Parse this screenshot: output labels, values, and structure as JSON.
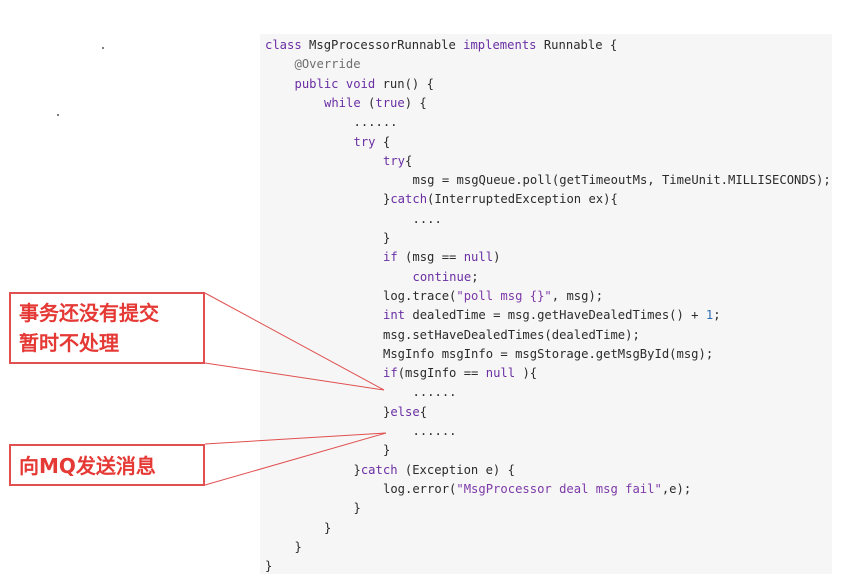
{
  "code": {
    "lines": [
      {
        "indent": 0,
        "tokens": [
          {
            "t": "class ",
            "c": "kw"
          },
          {
            "t": "MsgProcessorRunnable "
          },
          {
            "t": "implements ",
            "c": "kw"
          },
          {
            "t": "Runnable {"
          }
        ]
      },
      {
        "indent": 1,
        "tokens": [
          {
            "t": "@Override",
            "c": "ann"
          }
        ]
      },
      {
        "indent": 1,
        "tokens": [
          {
            "t": "public ",
            "c": "kw"
          },
          {
            "t": "void ",
            "c": "kw"
          },
          {
            "t": "run() {"
          }
        ]
      },
      {
        "indent": 2,
        "tokens": [
          {
            "t": "while ",
            "c": "kw"
          },
          {
            "t": "("
          },
          {
            "t": "true",
            "c": "kw"
          },
          {
            "t": ") {"
          }
        ]
      },
      {
        "indent": 3,
        "tokens": [
          {
            "t": "......"
          }
        ]
      },
      {
        "indent": 3,
        "tokens": [
          {
            "t": "try ",
            "c": "kw"
          },
          {
            "t": "{"
          }
        ]
      },
      {
        "indent": 4,
        "tokens": [
          {
            "t": "try",
            "c": "kw"
          },
          {
            "t": "{"
          }
        ]
      },
      {
        "indent": 5,
        "tokens": [
          {
            "t": "msg = msgQueue.poll(getTimeoutMs, TimeUnit.MILLISECONDS);"
          }
        ]
      },
      {
        "indent": 4,
        "tokens": [
          {
            "t": "}"
          },
          {
            "t": "catch",
            "c": "kw"
          },
          {
            "t": "(InterruptedException ex){"
          }
        ]
      },
      {
        "indent": 5,
        "tokens": [
          {
            "t": "...."
          }
        ]
      },
      {
        "indent": 4,
        "tokens": [
          {
            "t": "}"
          }
        ]
      },
      {
        "indent": 4,
        "tokens": [
          {
            "t": "if ",
            "c": "kw"
          },
          {
            "t": "(msg == "
          },
          {
            "t": "null",
            "c": "kw"
          },
          {
            "t": ")"
          }
        ]
      },
      {
        "indent": 5,
        "tokens": [
          {
            "t": "continue",
            "c": "kw"
          },
          {
            "t": ";"
          }
        ]
      },
      {
        "indent": 4,
        "tokens": [
          {
            "t": "log.trace("
          },
          {
            "t": "\"poll msg {}\"",
            "c": "str"
          },
          {
            "t": ", msg);"
          }
        ]
      },
      {
        "indent": 4,
        "tokens": [
          {
            "t": "int ",
            "c": "kw"
          },
          {
            "t": "dealedTime = msg.getHaveDealedTimes() + "
          },
          {
            "t": "1",
            "c": "num"
          },
          {
            "t": ";"
          }
        ]
      },
      {
        "indent": 4,
        "tokens": [
          {
            "t": "msg.setHaveDealedTimes(dealedTime);"
          }
        ]
      },
      {
        "indent": 4,
        "tokens": [
          {
            "t": "MsgInfo msgInfo = msgStorage.getMsgById(msg);"
          }
        ]
      },
      {
        "indent": 4,
        "tokens": [
          {
            "t": "if",
            "c": "kw"
          },
          {
            "t": "(msgInfo == "
          },
          {
            "t": "null",
            "c": "kw"
          },
          {
            "t": " ){"
          }
        ]
      },
      {
        "indent": 5,
        "tokens": [
          {
            "t": "......"
          }
        ]
      },
      {
        "indent": 4,
        "tokens": [
          {
            "t": "}"
          },
          {
            "t": "else",
            "c": "kw"
          },
          {
            "t": "{"
          }
        ]
      },
      {
        "indent": 5,
        "tokens": [
          {
            "t": "......"
          }
        ]
      },
      {
        "indent": 4,
        "tokens": [
          {
            "t": "}"
          }
        ]
      },
      {
        "indent": 3,
        "tokens": [
          {
            "t": "}"
          },
          {
            "t": "catch ",
            "c": "kw"
          },
          {
            "t": "(Exception e) {"
          }
        ]
      },
      {
        "indent": 4,
        "tokens": [
          {
            "t": "log.error("
          },
          {
            "t": "\"MsgProcessor deal msg fail\"",
            "c": "str"
          },
          {
            "t": ",e);"
          }
        ]
      },
      {
        "indent": 3,
        "tokens": [
          {
            "t": "}"
          }
        ]
      },
      {
        "indent": 2,
        "tokens": [
          {
            "t": "}"
          }
        ]
      },
      {
        "indent": 1,
        "tokens": [
          {
            "t": "}"
          }
        ]
      },
      {
        "indent": 0,
        "tokens": [
          {
            "t": "}"
          }
        ]
      }
    ]
  },
  "callouts": {
    "uncommitted": {
      "line1": "事务还没有提交",
      "line2": "暂时不处理"
    },
    "send_mq": {
      "label": "向MQ发送消息"
    }
  },
  "colors": {
    "keyword": "#6a2fa3",
    "callout_red": "#e53935",
    "panel_bg": "#f6f6f6"
  }
}
